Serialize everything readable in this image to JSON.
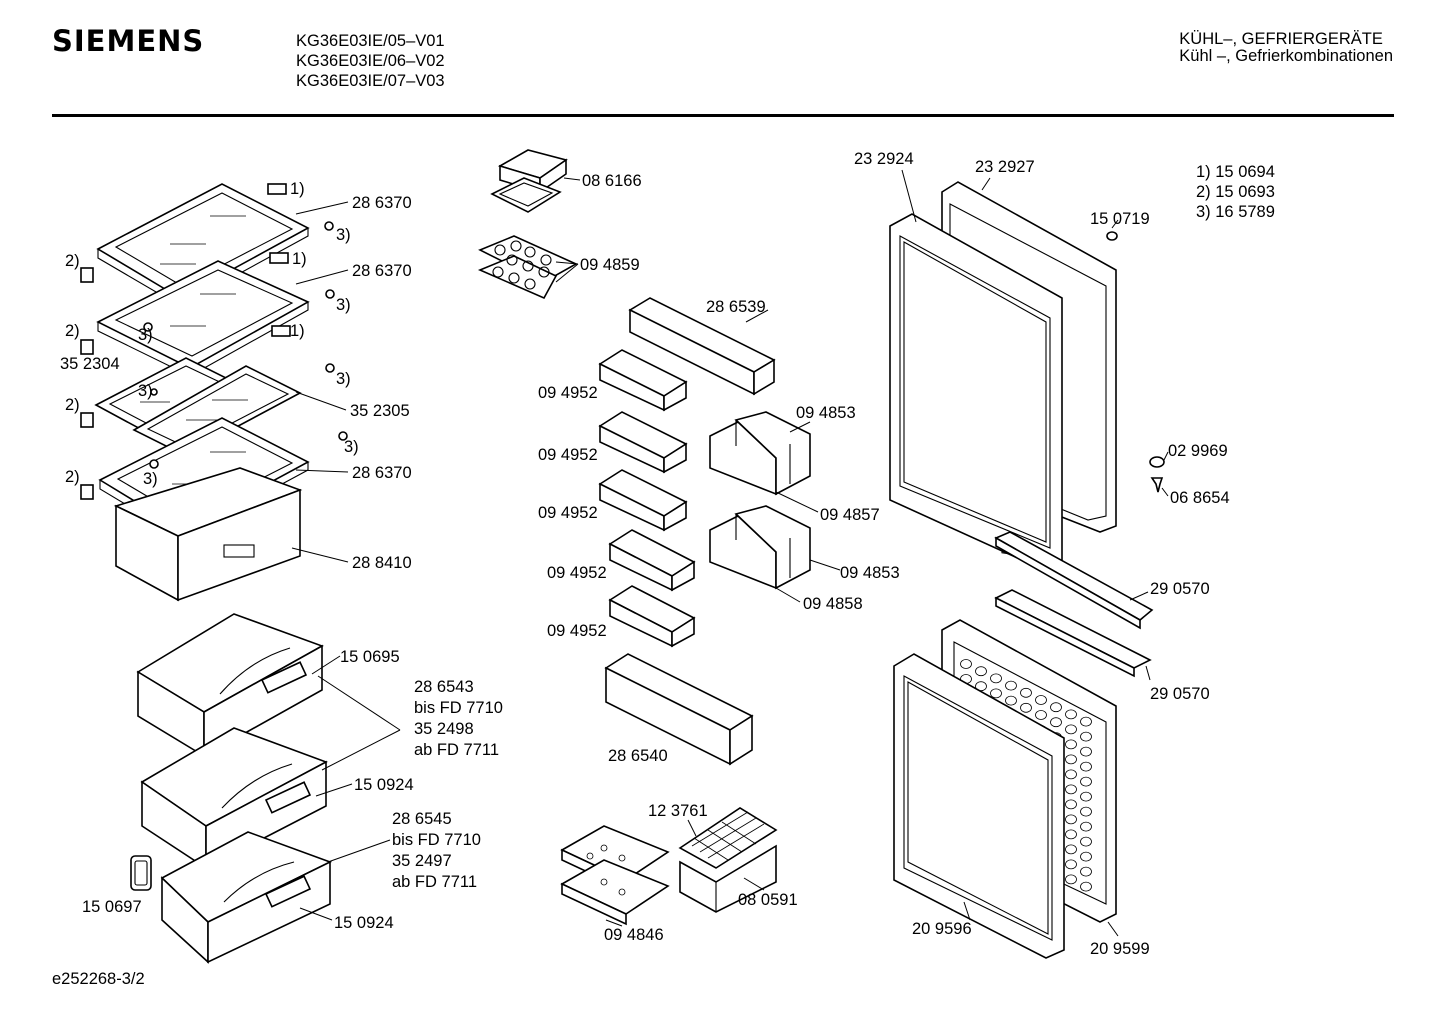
{
  "header": {
    "brand": "SIEMENS",
    "models": [
      "KG36E03IE/05–V01",
      "KG36E03IE/06–V02",
      "KG36E03IE/07–V03"
    ],
    "category_line1": "KÜHL–, GEFRIERGERÄTE",
    "category_line2": "Kühl –, Gefrierkombinationen"
  },
  "legend": [
    "1)  15 0694",
    "2)  15 0693",
    "3)  16 5789"
  ],
  "footer": "e252268-3/2",
  "parts": {
    "glass_shelf_top": "28 6370",
    "glass_shelf_2": "28 6370",
    "split_shelf": "35 2305",
    "split_shelf_left": "35 2304",
    "glass_shelf_bottom": "28 6370",
    "chiller_drawer": "28 8410",
    "crisper_handle_upper": "15 0695",
    "crisper_info_1": [
      "28 6543",
      "bis FD 7710",
      "35 2498",
      "ab FD 7711"
    ],
    "crisper_handle_mid": "15 0924",
    "crisper_info_2": [
      "28 6545",
      "bis FD 7710",
      "35 2497",
      "ab FD 7711"
    ],
    "crisper_handle_low": "15 0924",
    "crisper_clip": "15 0697",
    "butter_box": "08 6166",
    "egg_tray": "09 4859",
    "door_shelf_long": "28 6539",
    "door_shelf_small": "09 4952",
    "bottle_holder_a": "09 4853",
    "bottle_holder_b": "09 4857",
    "bottle_holder_c": "09 4853",
    "bottle_holder_d": "09 4858",
    "door_shelf_bottom": "28 6540",
    "ice_tray_tray": "12 3761",
    "ice_tray_box": "08 0591",
    "cold_packs": "09 4846",
    "door_gasket_upper": "23 2924",
    "door_upper": "23 2927",
    "door_cap": "15 0719",
    "door_bushing": "02 9969",
    "door_screw": "06 8654",
    "hinge_bar": "29 0570",
    "cover_strip": "29 0570",
    "door_gasket_lower": "20 9596",
    "door_lower": "20 9599"
  },
  "callouts": {
    "one": "1)",
    "two": "2)",
    "three": "3)"
  }
}
